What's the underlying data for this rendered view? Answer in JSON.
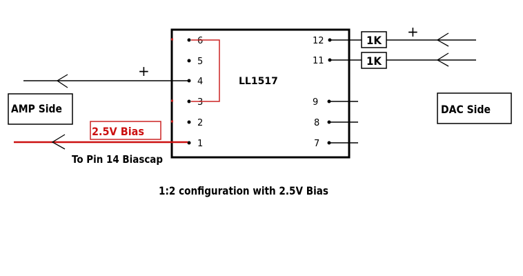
{
  "transformer": {
    "name": "LL1517",
    "left_pins": [
      "6",
      "5",
      "4",
      "3",
      "2",
      "1"
    ],
    "right_pins_top": [
      "12",
      "11"
    ],
    "right_pins_bottom": [
      "9",
      "8",
      "7"
    ]
  },
  "resistors": [
    "1K",
    "1K"
  ],
  "boxes": {
    "amp_side": "AMP Side",
    "dac_side": "DAC Side",
    "bias": "2.5V Bias"
  },
  "polarity": {
    "amp_plus": "+",
    "dac_plus": "+"
  },
  "notes": {
    "to_pin": "To Pin 14 Biascap",
    "caption": "1:2 configuration with 2.5V Bias"
  },
  "colors": {
    "wire": "#000000",
    "bias_wire": "#cc1111",
    "strap": "#cc2222"
  }
}
